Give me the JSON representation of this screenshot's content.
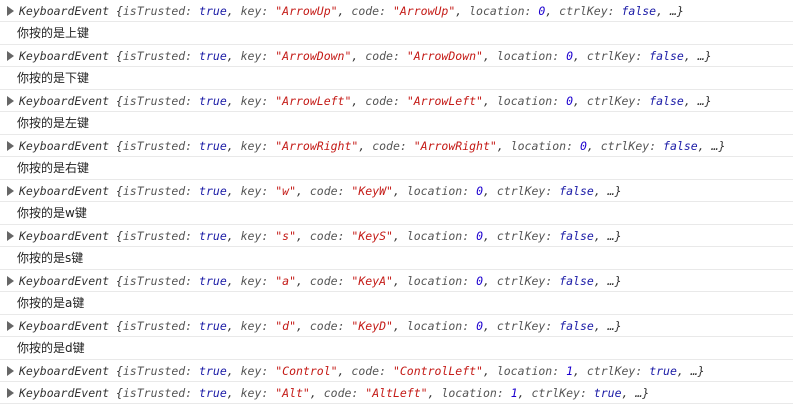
{
  "console": {
    "entries": [
      {
        "type": "object",
        "class_name": "KeyboardEvent",
        "isTrusted": "true",
        "key": "\"ArrowUp\"",
        "code": "\"ArrowUp\"",
        "location": "0",
        "ctrlKey": "false"
      },
      {
        "type": "text",
        "text": "你按的是上键"
      },
      {
        "type": "object",
        "class_name": "KeyboardEvent",
        "isTrusted": "true",
        "key": "\"ArrowDown\"",
        "code": "\"ArrowDown\"",
        "location": "0",
        "ctrlKey": "false"
      },
      {
        "type": "text",
        "text": "你按的是下键"
      },
      {
        "type": "object",
        "class_name": "KeyboardEvent",
        "isTrusted": "true",
        "key": "\"ArrowLeft\"",
        "code": "\"ArrowLeft\"",
        "location": "0",
        "ctrlKey": "false"
      },
      {
        "type": "text",
        "text": "你按的是左键"
      },
      {
        "type": "object",
        "class_name": "KeyboardEvent",
        "isTrusted": "true",
        "key": "\"ArrowRight\"",
        "code": "\"ArrowRight\"",
        "location": "0",
        "ctrlKey": "false"
      },
      {
        "type": "text",
        "text": "你按的是右键"
      },
      {
        "type": "object",
        "class_name": "KeyboardEvent",
        "isTrusted": "true",
        "key": "\"w\"",
        "code": "\"KeyW\"",
        "location": "0",
        "ctrlKey": "false"
      },
      {
        "type": "text",
        "text": "你按的是w键"
      },
      {
        "type": "object",
        "class_name": "KeyboardEvent",
        "isTrusted": "true",
        "key": "\"s\"",
        "code": "\"KeyS\"",
        "location": "0",
        "ctrlKey": "false"
      },
      {
        "type": "text",
        "text": "你按的是s键"
      },
      {
        "type": "object",
        "class_name": "KeyboardEvent",
        "isTrusted": "true",
        "key": "\"a\"",
        "code": "\"KeyA\"",
        "location": "0",
        "ctrlKey": "false"
      },
      {
        "type": "text",
        "text": "你按的是a键"
      },
      {
        "type": "object",
        "class_name": "KeyboardEvent",
        "isTrusted": "true",
        "key": "\"d\"",
        "code": "\"KeyD\"",
        "location": "0",
        "ctrlKey": "false"
      },
      {
        "type": "text",
        "text": "你按的是d键"
      },
      {
        "type": "object",
        "class_name": "KeyboardEvent",
        "isTrusted": "true",
        "key": "\"Control\"",
        "code": "\"ControlLeft\"",
        "location": "1",
        "ctrlKey": "true"
      },
      {
        "type": "object",
        "class_name": "KeyboardEvent",
        "isTrusted": "true",
        "key": "\"Alt\"",
        "code": "\"AltLeft\"",
        "location": "1",
        "ctrlKey": "true"
      }
    ],
    "labels": {
      "open_brace": " {",
      "isTrusted_key": "isTrusted: ",
      "sep": ", ",
      "key_key": "key: ",
      "code_key": "code: ",
      "location_key": "location: ",
      "ctrlKey_key": "ctrlKey: ",
      "ellipsis": "…}"
    },
    "colors": {
      "string": "#c41a16",
      "boolean": "#1a1aa6",
      "number": "#1c00cf",
      "caret": "#666666",
      "row_divider": "#e9e9e9"
    }
  }
}
